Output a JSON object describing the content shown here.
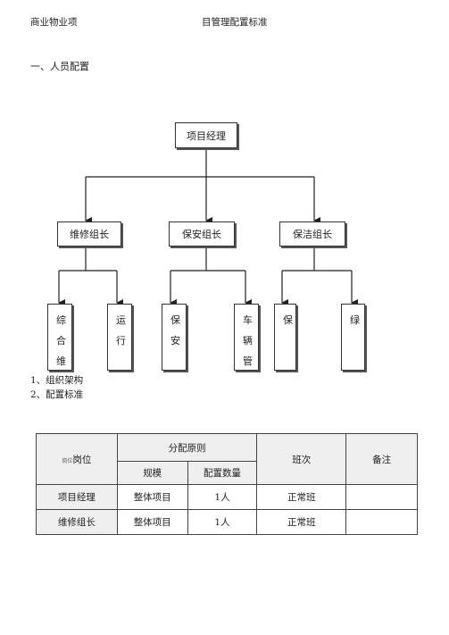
{
  "header": {
    "left": "商业物业项",
    "right": "目管理配置标准"
  },
  "section_title": "一、人员配置",
  "org_chart": {
    "root": "项目经理",
    "groups": [
      "维修组长",
      "保安组长",
      "保洁组长"
    ],
    "leaves": [
      "综合维",
      "运行",
      "保安",
      "车辆管",
      "保",
      "绿"
    ]
  },
  "items": [
    "1、组织架构",
    "2、配置标准"
  ],
  "table": {
    "corner_small": "岗位",
    "corner_label": "岗位",
    "h_principle": "分配原则",
    "h_scale": "规模",
    "h_quantity": "配置数量",
    "h_shift": "班次",
    "h_note": "备注",
    "rows": [
      {
        "post": "项目经理",
        "scale": "整体项目",
        "qty": "1人",
        "shift": "正常班",
        "note": ""
      },
      {
        "post": "维修组长",
        "scale": "整体项目",
        "qty": "1人",
        "shift": "正常班",
        "note": ""
      }
    ]
  }
}
